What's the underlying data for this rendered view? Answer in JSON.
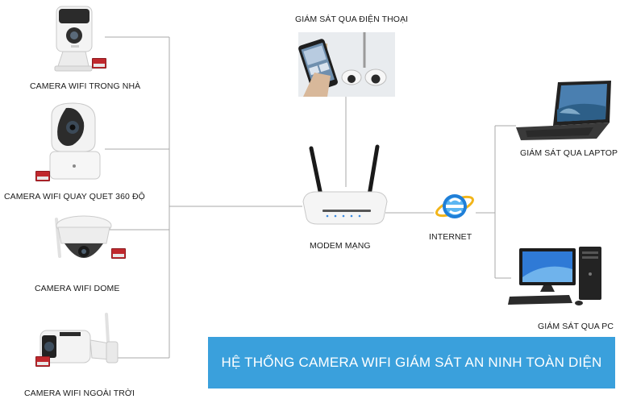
{
  "devices": {
    "camera_indoor": "CAMERA WIFI TRONG NHÀ",
    "camera_ptz": "CAMERA WIFI QUAY QUET 360 ĐỘ",
    "camera_dome": "CAMERA WIFI DOME",
    "camera_outdoor": "CAMERA WIFI NGOÀI TRỜI",
    "phone": "GIÁM SÁT QUA ĐIỆN THOẠI",
    "modem": "MODEM MẠNG",
    "internet": "INTERNET",
    "laptop": "GIÁM SÁT QUA LAPTOP",
    "pc": "GIÁM SÁT QUA PC"
  },
  "banner": "HỆ THỐNG CAMERA WIFI GIÁM SÁT AN NINH TOÀN DIỆN",
  "colors": {
    "banner_bg": "#3aa0dc",
    "wire": "#a8a8a8",
    "sd_card": "#c0282d"
  }
}
